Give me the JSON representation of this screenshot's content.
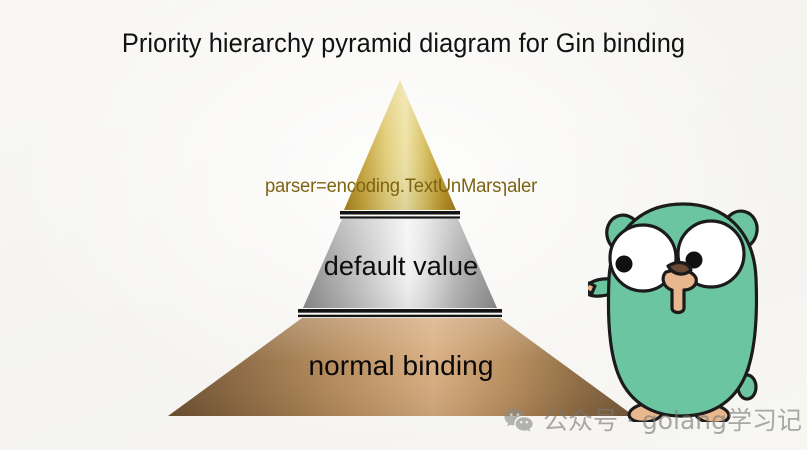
{
  "slide": {
    "title": "Priority hierarchy pyramid diagram for Gin binding",
    "background_color": "#f7f6f3"
  },
  "pyramid": {
    "name": "priority-hierarchy-pyramid",
    "tiers": [
      {
        "rank": 1,
        "id": "top",
        "label": "parser=encoding.TextUnMarsɿaler",
        "material": "gold",
        "text_color": "#7d6412",
        "gradient": [
          "#b08a22",
          "#e8d581",
          "#f0e3a4",
          "#c59f31",
          "#a8821f"
        ]
      },
      {
        "rank": 2,
        "id": "middle",
        "label": "default value",
        "material": "silver",
        "text_color": "#0d0d0d",
        "gradient": [
          "#8f8f8f",
          "#c9c9c9",
          "#f4f4f4",
          "#bdbdbd",
          "#909090"
        ]
      },
      {
        "rank": 3,
        "id": "bottom",
        "label": "normal binding",
        "material": "bronze",
        "text_color": "#080808",
        "gradient": [
          "#6f5333",
          "#a07a4c",
          "#d6aa7c",
          "#a97f50",
          "#7a5a38"
        ]
      }
    ],
    "divider_color": "#141414"
  },
  "mascot": {
    "name": "go-gopher",
    "body_color": "#6cc5a1",
    "outline_color": "#1b1b1b",
    "eye_white": "#ffffff",
    "pupil_color": "#111111",
    "muzzle_color": "#e9b78d",
    "nose_color": "#6b4a33"
  },
  "watermark": {
    "icon": "wechat-icon",
    "text": "公众号 · golang学习记",
    "color": "#787878"
  }
}
